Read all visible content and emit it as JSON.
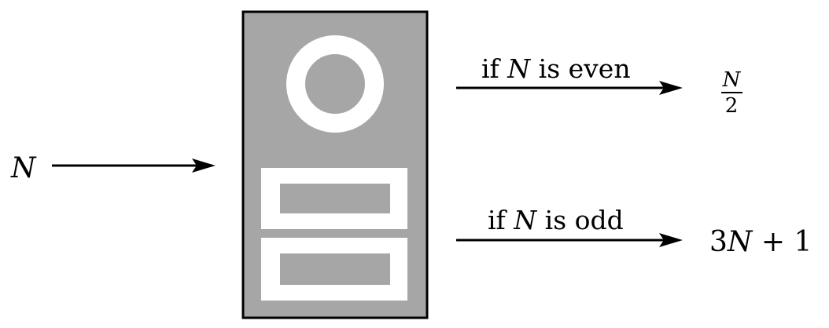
{
  "input": {
    "symbol": "N"
  },
  "even_branch": {
    "label_prefix": "if",
    "label_var": "N",
    "label_suffix": "is even",
    "result_numerator": "N",
    "result_denominator": "2"
  },
  "odd_branch": {
    "label_prefix": "if",
    "label_var": "N",
    "label_suffix": "is odd",
    "result_coeff": "3",
    "result_var": "N",
    "result_rest": " + 1"
  },
  "colors": {
    "machine_fill": "#a6a6a6",
    "machine_stroke": "#000000",
    "panel_color": "#ffffff",
    "arrow_color": "#000000"
  }
}
